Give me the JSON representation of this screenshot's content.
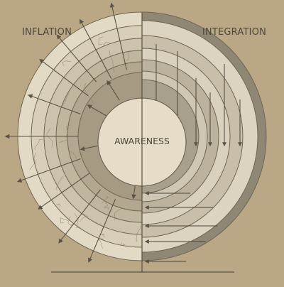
{
  "labels": {
    "left": "INFLATION",
    "right": "INTEGRATION",
    "center": "AWARENESS"
  },
  "colors": {
    "background": "#b9a785",
    "ink": "#4e473a",
    "core": "#e6dcc8",
    "left_rings": [
      "#e3dac6",
      "#d9cfb9",
      "#cdc2ab",
      "#c0b59d",
      "#b3a88f",
      "#a69b82"
    ],
    "right_rings": [
      "#8f8673",
      "#dcd3c0",
      "#c8bea9",
      "#d9d0bd",
      "#bcb29e",
      "#cfc6b3",
      "#a8a08c"
    ]
  },
  "icons": {
    "outward_arrow": "arrow-out-icon",
    "inward_arrow": "arrow-in-icon",
    "cracks": "crack-texture-icon"
  }
}
